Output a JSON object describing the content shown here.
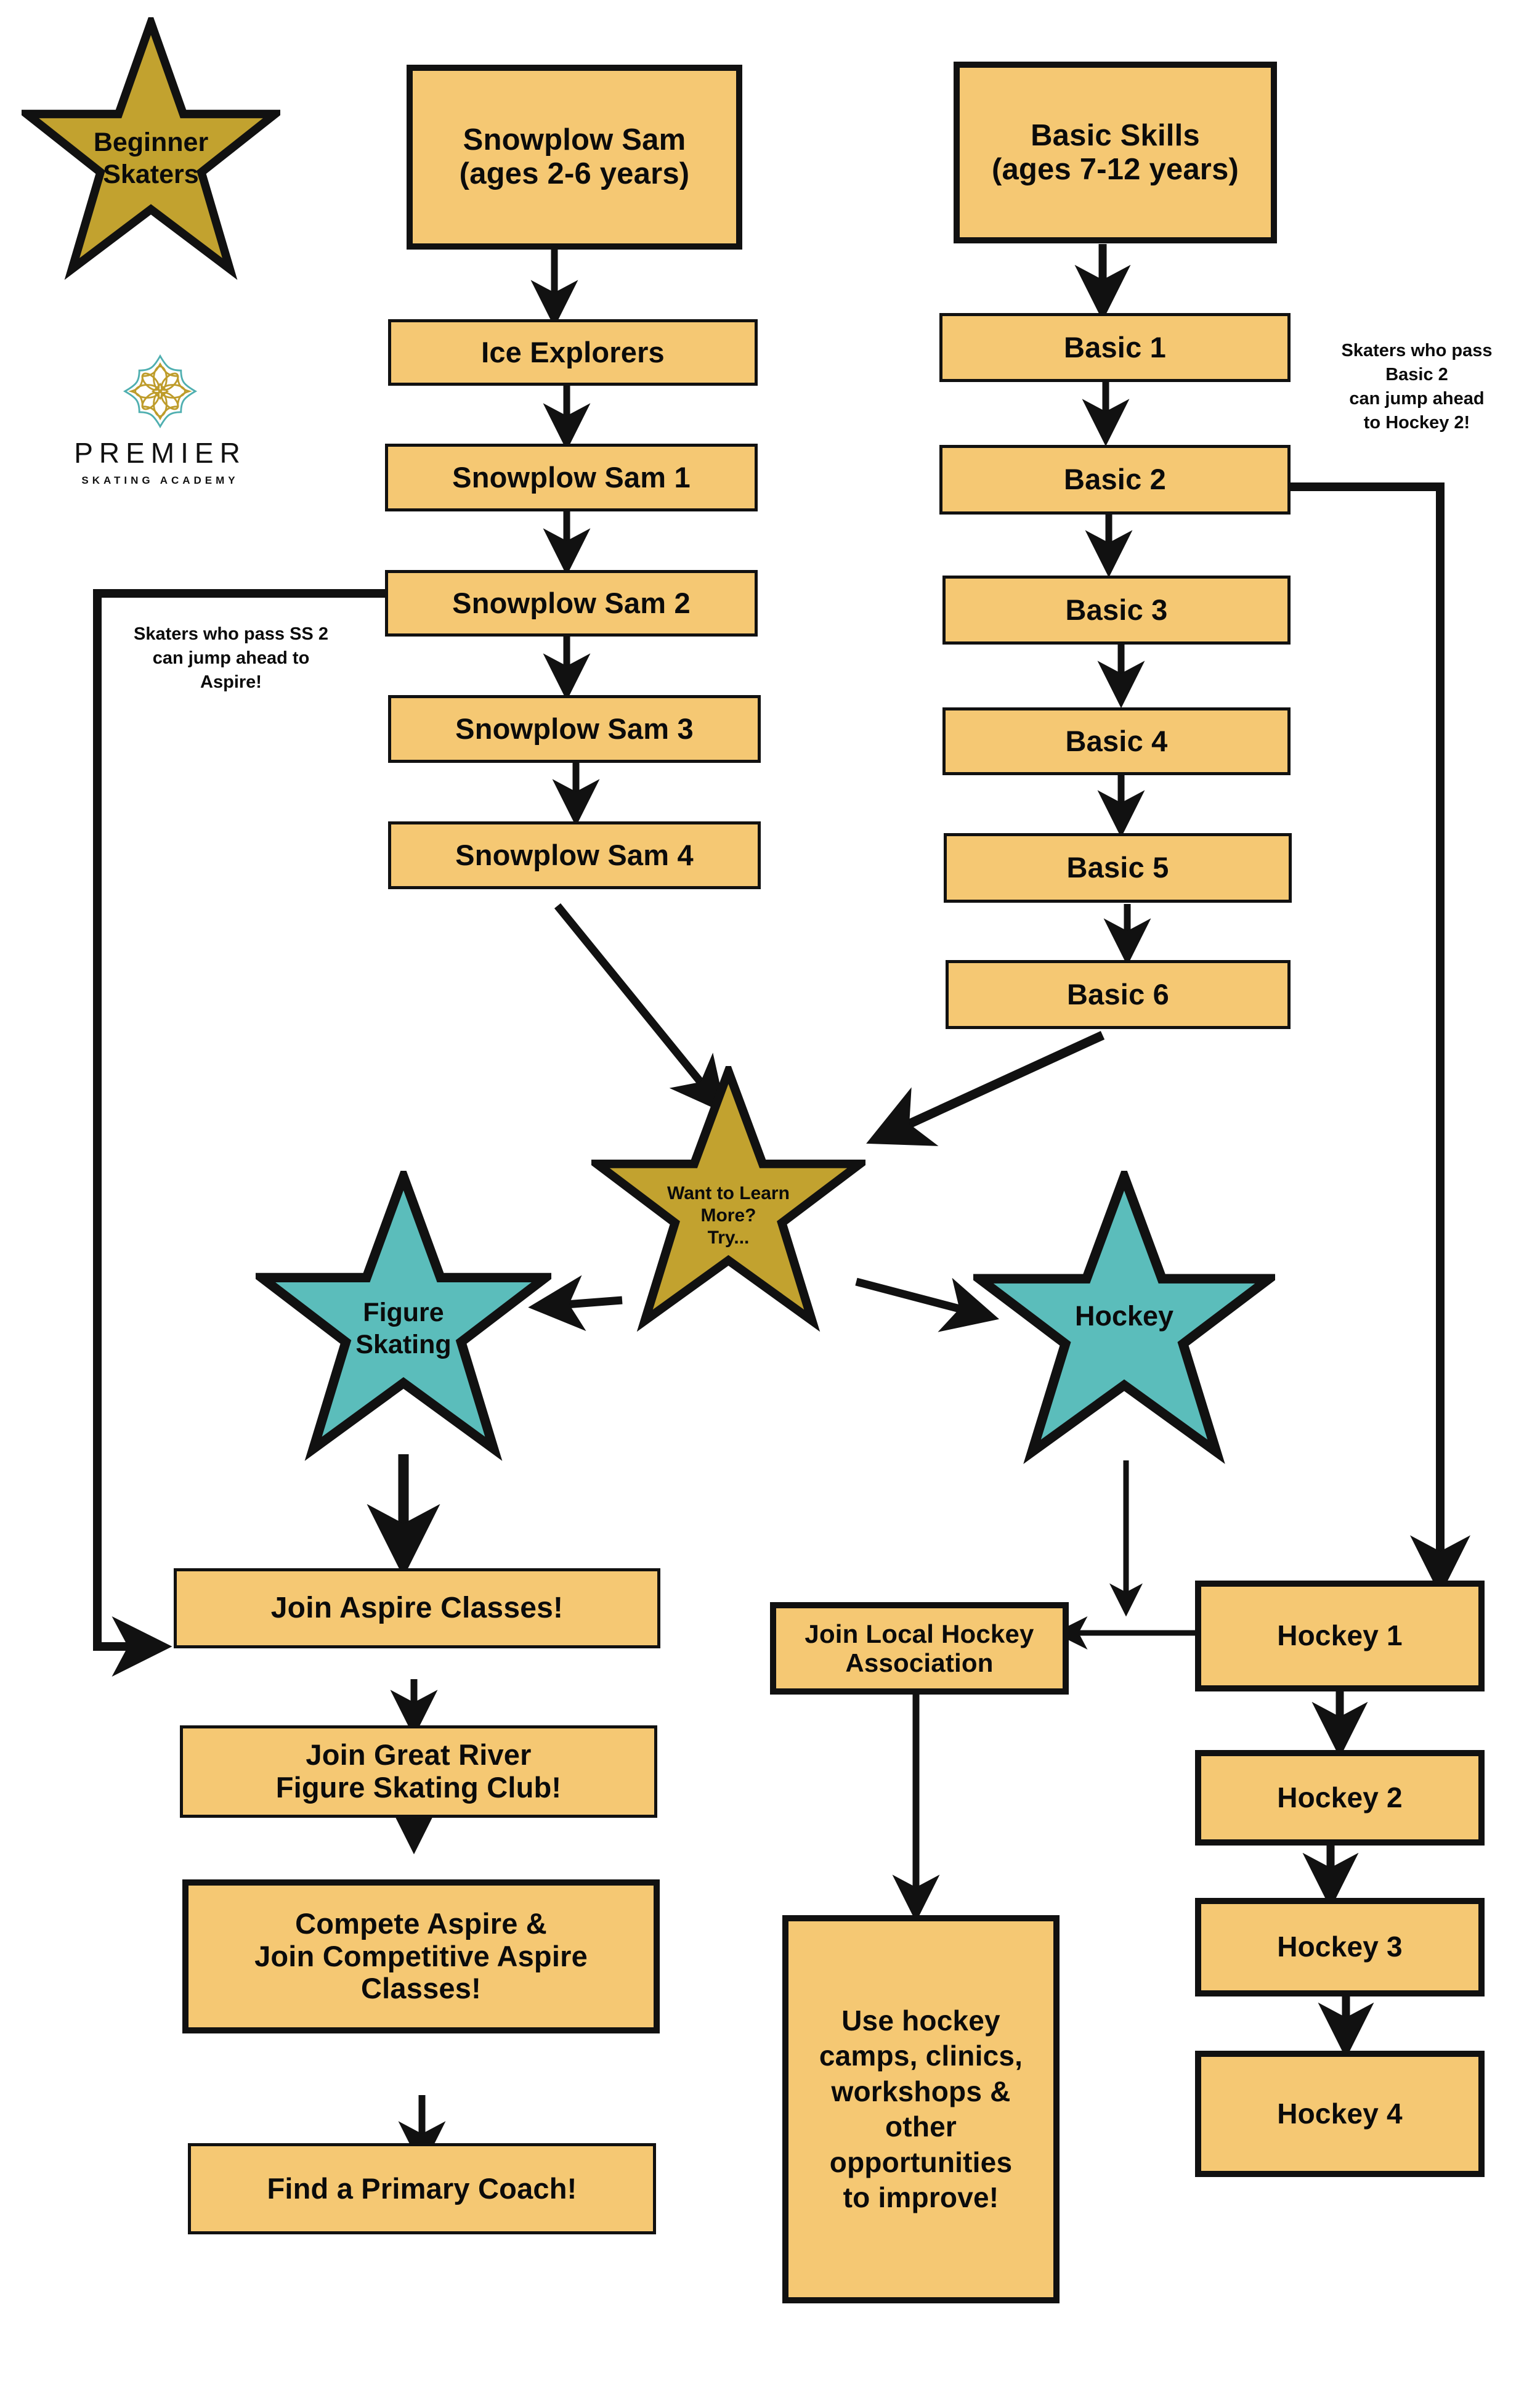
{
  "colors": {
    "box_fill": "#F5C873",
    "gold_star": "#C2A22F",
    "teal_star": "#5BBDBB",
    "outline": "#111111",
    "logo_gold": "#BE9C2B",
    "logo_teal": "#4FAFB0"
  },
  "brand": {
    "wordmark": "PREMIER",
    "subtitle": "SKATING ACADEMY",
    "logo_icon": "ornamental-mandala-icon"
  },
  "stars": {
    "beginner": "Beginner\nSkaters",
    "beginner_line1": "Beginner",
    "beginner_line2": "Skaters",
    "learn_more_line1": "Want to Learn",
    "learn_more_line2": "More?",
    "learn_more_line3": "Try...",
    "figure_line1": "Figure",
    "figure_line2": "Skating",
    "hockey": "Hockey"
  },
  "notes": {
    "ss2_jump": "Skaters who pass SS 2\ncan jump ahead to\nAspire!",
    "ss2_jump_l1": "Skaters who pass SS 2",
    "ss2_jump_l2": "can jump ahead to",
    "ss2_jump_l3": "Aspire!",
    "basic2_jump_l1": "Skaters who pass",
    "basic2_jump_l2": "Basic 2",
    "basic2_jump_l3": "can jump ahead",
    "basic2_jump_l4": "to Hockey 2!"
  },
  "columns": {
    "snowplow": [
      {
        "id": "snowplow-sam-header",
        "line1": "Snowplow Sam",
        "line2": "(ages 2-6 years)"
      },
      {
        "id": "ice-explorers",
        "line1": "Ice Explorers"
      },
      {
        "id": "snowplow-sam-1",
        "line1": "Snowplow Sam 1"
      },
      {
        "id": "snowplow-sam-2",
        "line1": "Snowplow Sam 2"
      },
      {
        "id": "snowplow-sam-3",
        "line1": "Snowplow Sam 3"
      },
      {
        "id": "snowplow-sam-4",
        "line1": "Snowplow Sam 4"
      }
    ],
    "basic": [
      {
        "id": "basic-skills-header",
        "line1": "Basic  Skills",
        "line2": "(ages 7-12  years)"
      },
      {
        "id": "basic-1",
        "line1": "Basic 1"
      },
      {
        "id": "basic-2",
        "line1": "Basic 2"
      },
      {
        "id": "basic-3",
        "line1": "Basic 3"
      },
      {
        "id": "basic-4",
        "line1": "Basic 4"
      },
      {
        "id": "basic-5",
        "line1": "Basic 5"
      },
      {
        "id": "basic-6",
        "line1": "Basic 6"
      }
    ],
    "figure_path": [
      {
        "id": "join-aspire-classes",
        "line1": "Join Aspire Classes!"
      },
      {
        "id": "join-great-river-club",
        "line1": "Join Great River",
        "line2": "Figure Skating Club!"
      },
      {
        "id": "compete-aspire",
        "line1": "Compete Aspire &",
        "line2": "Join Competitive Aspire",
        "line3": "Classes!"
      },
      {
        "id": "find-primary-coach",
        "line1": "Find a Primary Coach!"
      }
    ],
    "hockey_assoc": [
      {
        "id": "join-local-hockey-association",
        "line1": "Join Local Hockey",
        "line2": "Association"
      },
      {
        "id": "use-hockey-camps",
        "line1": "Use hockey",
        "line2": "camps, clinics,",
        "line3": "workshops &",
        "line4": "other",
        "line5": "opportunities",
        "line6": "to improve!"
      }
    ],
    "hockey_levels": [
      {
        "id": "hockey-1",
        "line1": "Hockey 1"
      },
      {
        "id": "hockey-2",
        "line1": "Hockey 2"
      },
      {
        "id": "hockey-3",
        "line1": "Hockey 3"
      },
      {
        "id": "hockey-4",
        "line1": "Hockey 4"
      }
    ]
  }
}
